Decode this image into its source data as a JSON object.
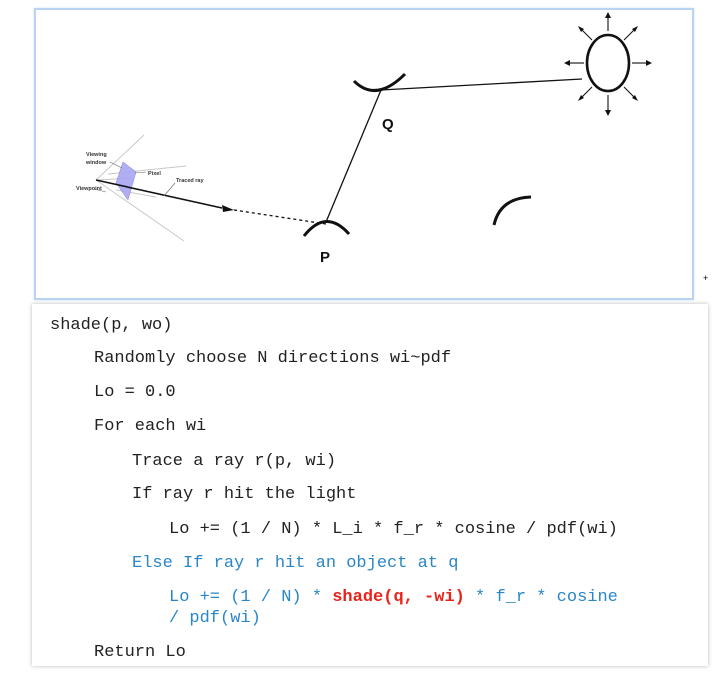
{
  "diagram": {
    "labels": {
      "point_p": "P",
      "point_q": "Q",
      "viewing_window": [
        "Viewing",
        "window"
      ],
      "pixel": "Pixel",
      "traced_ray": "Traced ray",
      "viewpoint": "Viewpoint"
    },
    "colors": {
      "frame_border": "#b9d3f3",
      "viewing_window_fill": "#a9a6f2",
      "stroke": "#111111"
    },
    "elements": [
      "light-source",
      "surface-q",
      "surface-p",
      "surface-other",
      "camera-frustum",
      "traced-ray"
    ]
  },
  "stray_mark": "+",
  "code": {
    "lines": [
      {
        "indent": 0,
        "text": "shade(p, wo)"
      },
      {
        "indent": 1,
        "text": "Randomly choose N directions wi~pdf"
      },
      {
        "indent": 1,
        "text": "Lo = 0.0"
      },
      {
        "indent": 1,
        "text": "For each wi"
      },
      {
        "indent": 2,
        "text": "Trace a ray r(p, wi)"
      },
      {
        "indent": 2,
        "text": "If ray r hit the light"
      },
      {
        "indent": 3,
        "text": "Lo += (1 / N) * L_i * f_r * cosine / pdf(wi)"
      },
      {
        "indent": 2,
        "text": "Else If ray r hit an object at q",
        "color": "blue"
      },
      {
        "indent": 3,
        "color": "blue",
        "parts": [
          "Lo += (1 / N) * ",
          "shade(q, -wi)",
          " * f_r * cosine"
        ]
      },
      {
        "indent": 3,
        "color": "blue",
        "text": "/ pdf(wi)"
      },
      {
        "indent": 1,
        "text": "Return Lo"
      }
    ],
    "colors": {
      "default": "#222222",
      "blue": "#2a86c8",
      "highlight_red": "#e8241a"
    }
  }
}
